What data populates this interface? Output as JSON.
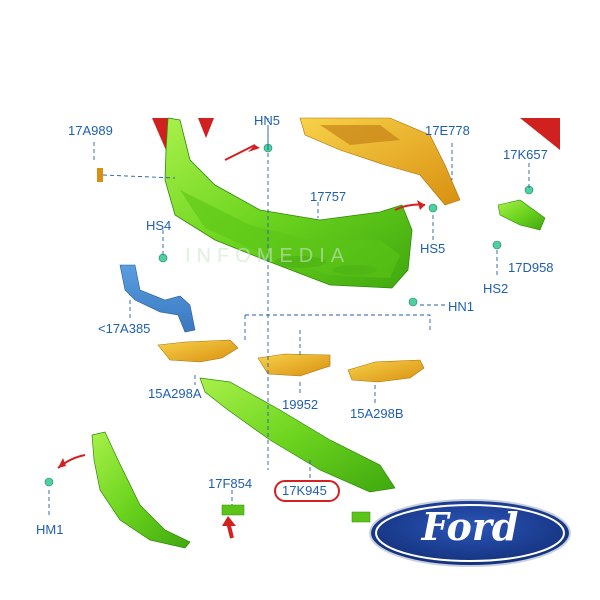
{
  "watermark": "INFOMEDIA",
  "parts": [
    {
      "id": "17A989"
    },
    {
      "id": "HN5"
    },
    {
      "id": "17E778"
    },
    {
      "id": "17K657"
    },
    {
      "id": "HS4"
    },
    {
      "id": "17757"
    },
    {
      "id": "HS5"
    },
    {
      "id": "17D958"
    },
    {
      "id": "HS2"
    },
    {
      "id": "HN1"
    },
    {
      "id": "<17A385"
    },
    {
      "id": "15A298A"
    },
    {
      "id": "19952"
    },
    {
      "id": "15A298B"
    },
    {
      "id": "17F854"
    },
    {
      "id": "17K945",
      "highlighted": true
    },
    {
      "id": "HM1"
    }
  ],
  "logo": {
    "text": "Ford"
  },
  "colors": {
    "label": "#1f5fb0",
    "bumper": "#7ee020",
    "bracket_orange": "#e8a820",
    "bracket_blue": "#4a90d8",
    "highlight": "#d42020",
    "logo_blue": "#1a3a8a"
  }
}
